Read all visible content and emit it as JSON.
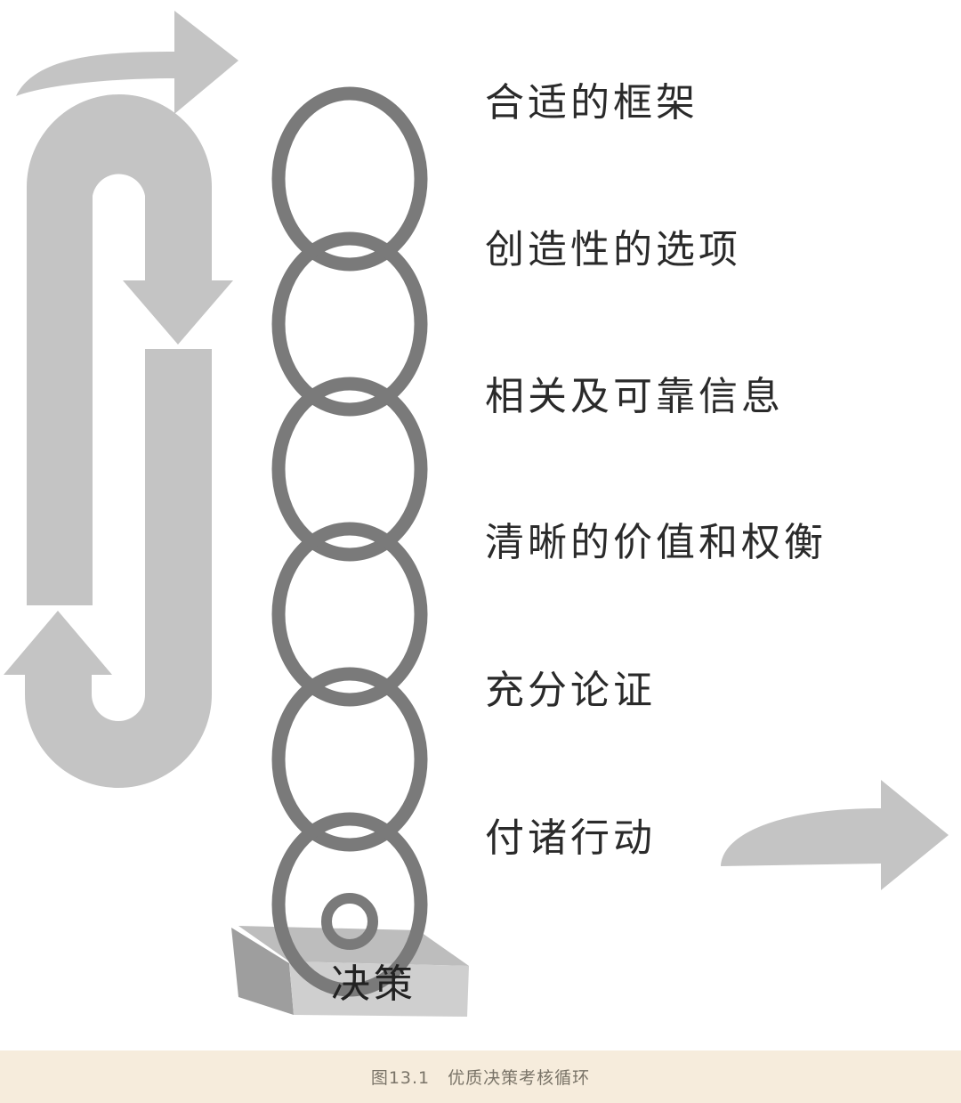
{
  "diagram": {
    "stages": [
      "合适的框架",
      "创造性的选项",
      "相关及可靠信息",
      "清晰的价值和权衡",
      "充分论证",
      "付诸行动"
    ],
    "base_label": "决策",
    "colors": {
      "chain": "#7a7a7a",
      "arrows": "#c4c4c4",
      "base_top": "#bdbdbd",
      "base_front": "#cfcfcf",
      "base_side": "#9e9e9e",
      "text": "#2a2a2a"
    },
    "icons": {
      "chain": "chain-link-icon",
      "flow": "curved-arrow-icon",
      "base": "pedestal-block-icon"
    }
  },
  "caption": {
    "text": "图13.1　优质决策考核循环",
    "background": "#f6ecdc"
  }
}
